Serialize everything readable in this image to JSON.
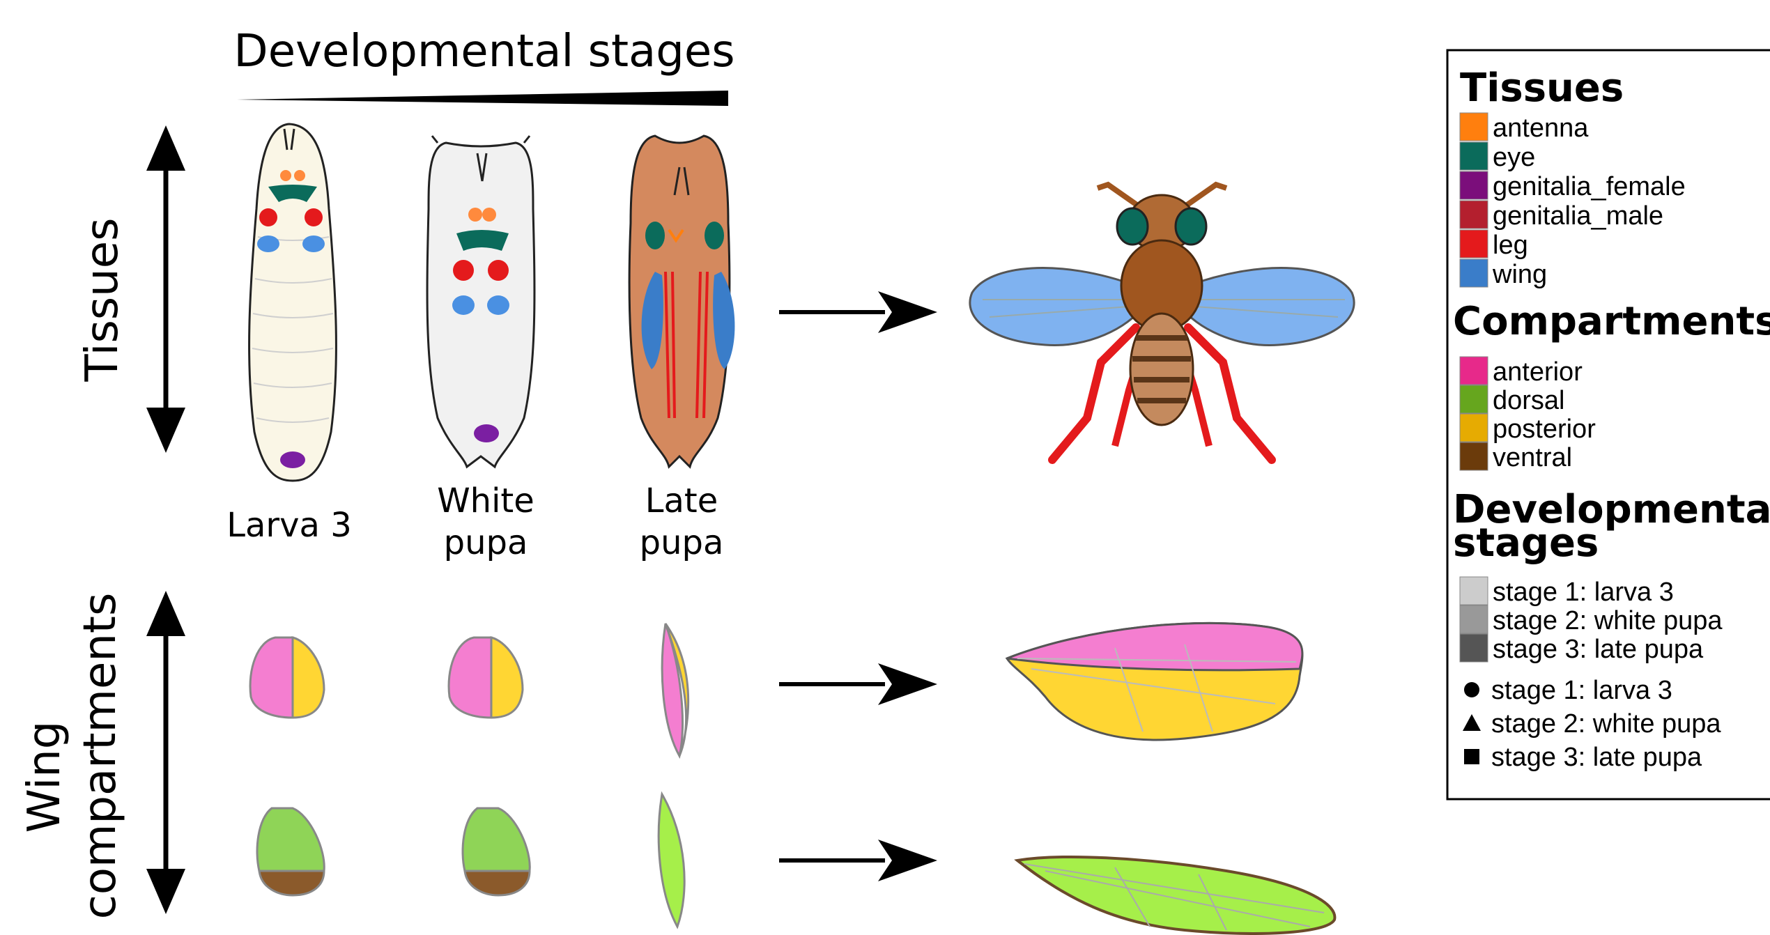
{
  "header": {
    "title": "Developmental stages"
  },
  "axes": {
    "tissues": "Tissues",
    "wing_line1": "Wing",
    "wing_line2": "compartments"
  },
  "stages": [
    {
      "line1": "Larva 3",
      "line2": ""
    },
    {
      "line1": "White",
      "line2": "pupa"
    },
    {
      "line1": "Late",
      "line2": "pupa"
    }
  ],
  "legend": {
    "tissues": {
      "title": "Tissues",
      "items": [
        {
          "label": "antenna",
          "color": "#ff7f0e"
        },
        {
          "label": "eye",
          "color": "#0b6b5b"
        },
        {
          "label": "genitalia_female",
          "color": "#7b0e7b"
        },
        {
          "label": "genitalia_male",
          "color": "#b41f2e"
        },
        {
          "label": "leg",
          "color": "#e41a1c"
        },
        {
          "label": "wing",
          "color": "#3a7dc9"
        }
      ]
    },
    "compartments": {
      "title": "Compartments",
      "items": [
        {
          "label": "anterior",
          "color": "#e7298a"
        },
        {
          "label": "dorsal",
          "color": "#66a61e"
        },
        {
          "label": "posterior",
          "color": "#e6ab02"
        },
        {
          "label": "ventral",
          "color": "#6b3b0b"
        }
      ]
    },
    "stages": {
      "title_line1": "Developmental",
      "title_line2": "stages",
      "shades": [
        {
          "label": "stage 1: larva 3",
          "color": "#cccccc"
        },
        {
          "label": "stage 2: white pupa",
          "color": "#999999"
        },
        {
          "label": "stage 3: late pupa",
          "color": "#555555"
        }
      ],
      "shapes": [
        {
          "label": "stage 1: larva 3",
          "icon": "circle-icon"
        },
        {
          "label": "stage 2: white pupa",
          "icon": "triangle-icon"
        },
        {
          "label": "stage 3: late pupa",
          "icon": "square-icon"
        }
      ]
    }
  },
  "colors": {
    "larva_body": "#faf6e6",
    "pupa_body": "#f1f1f1",
    "late_pupa_body": "#d4895e",
    "fly_body": "#a0561f",
    "fly_wing": "#7fb2f0",
    "wing_anterior": "#f47ed0",
    "wing_posterior": "#ffd633",
    "wing_dorsal": "#8fd457",
    "wing_ventral": "#8b5a2b",
    "adult_wing_lime": "#a6ef4a"
  }
}
